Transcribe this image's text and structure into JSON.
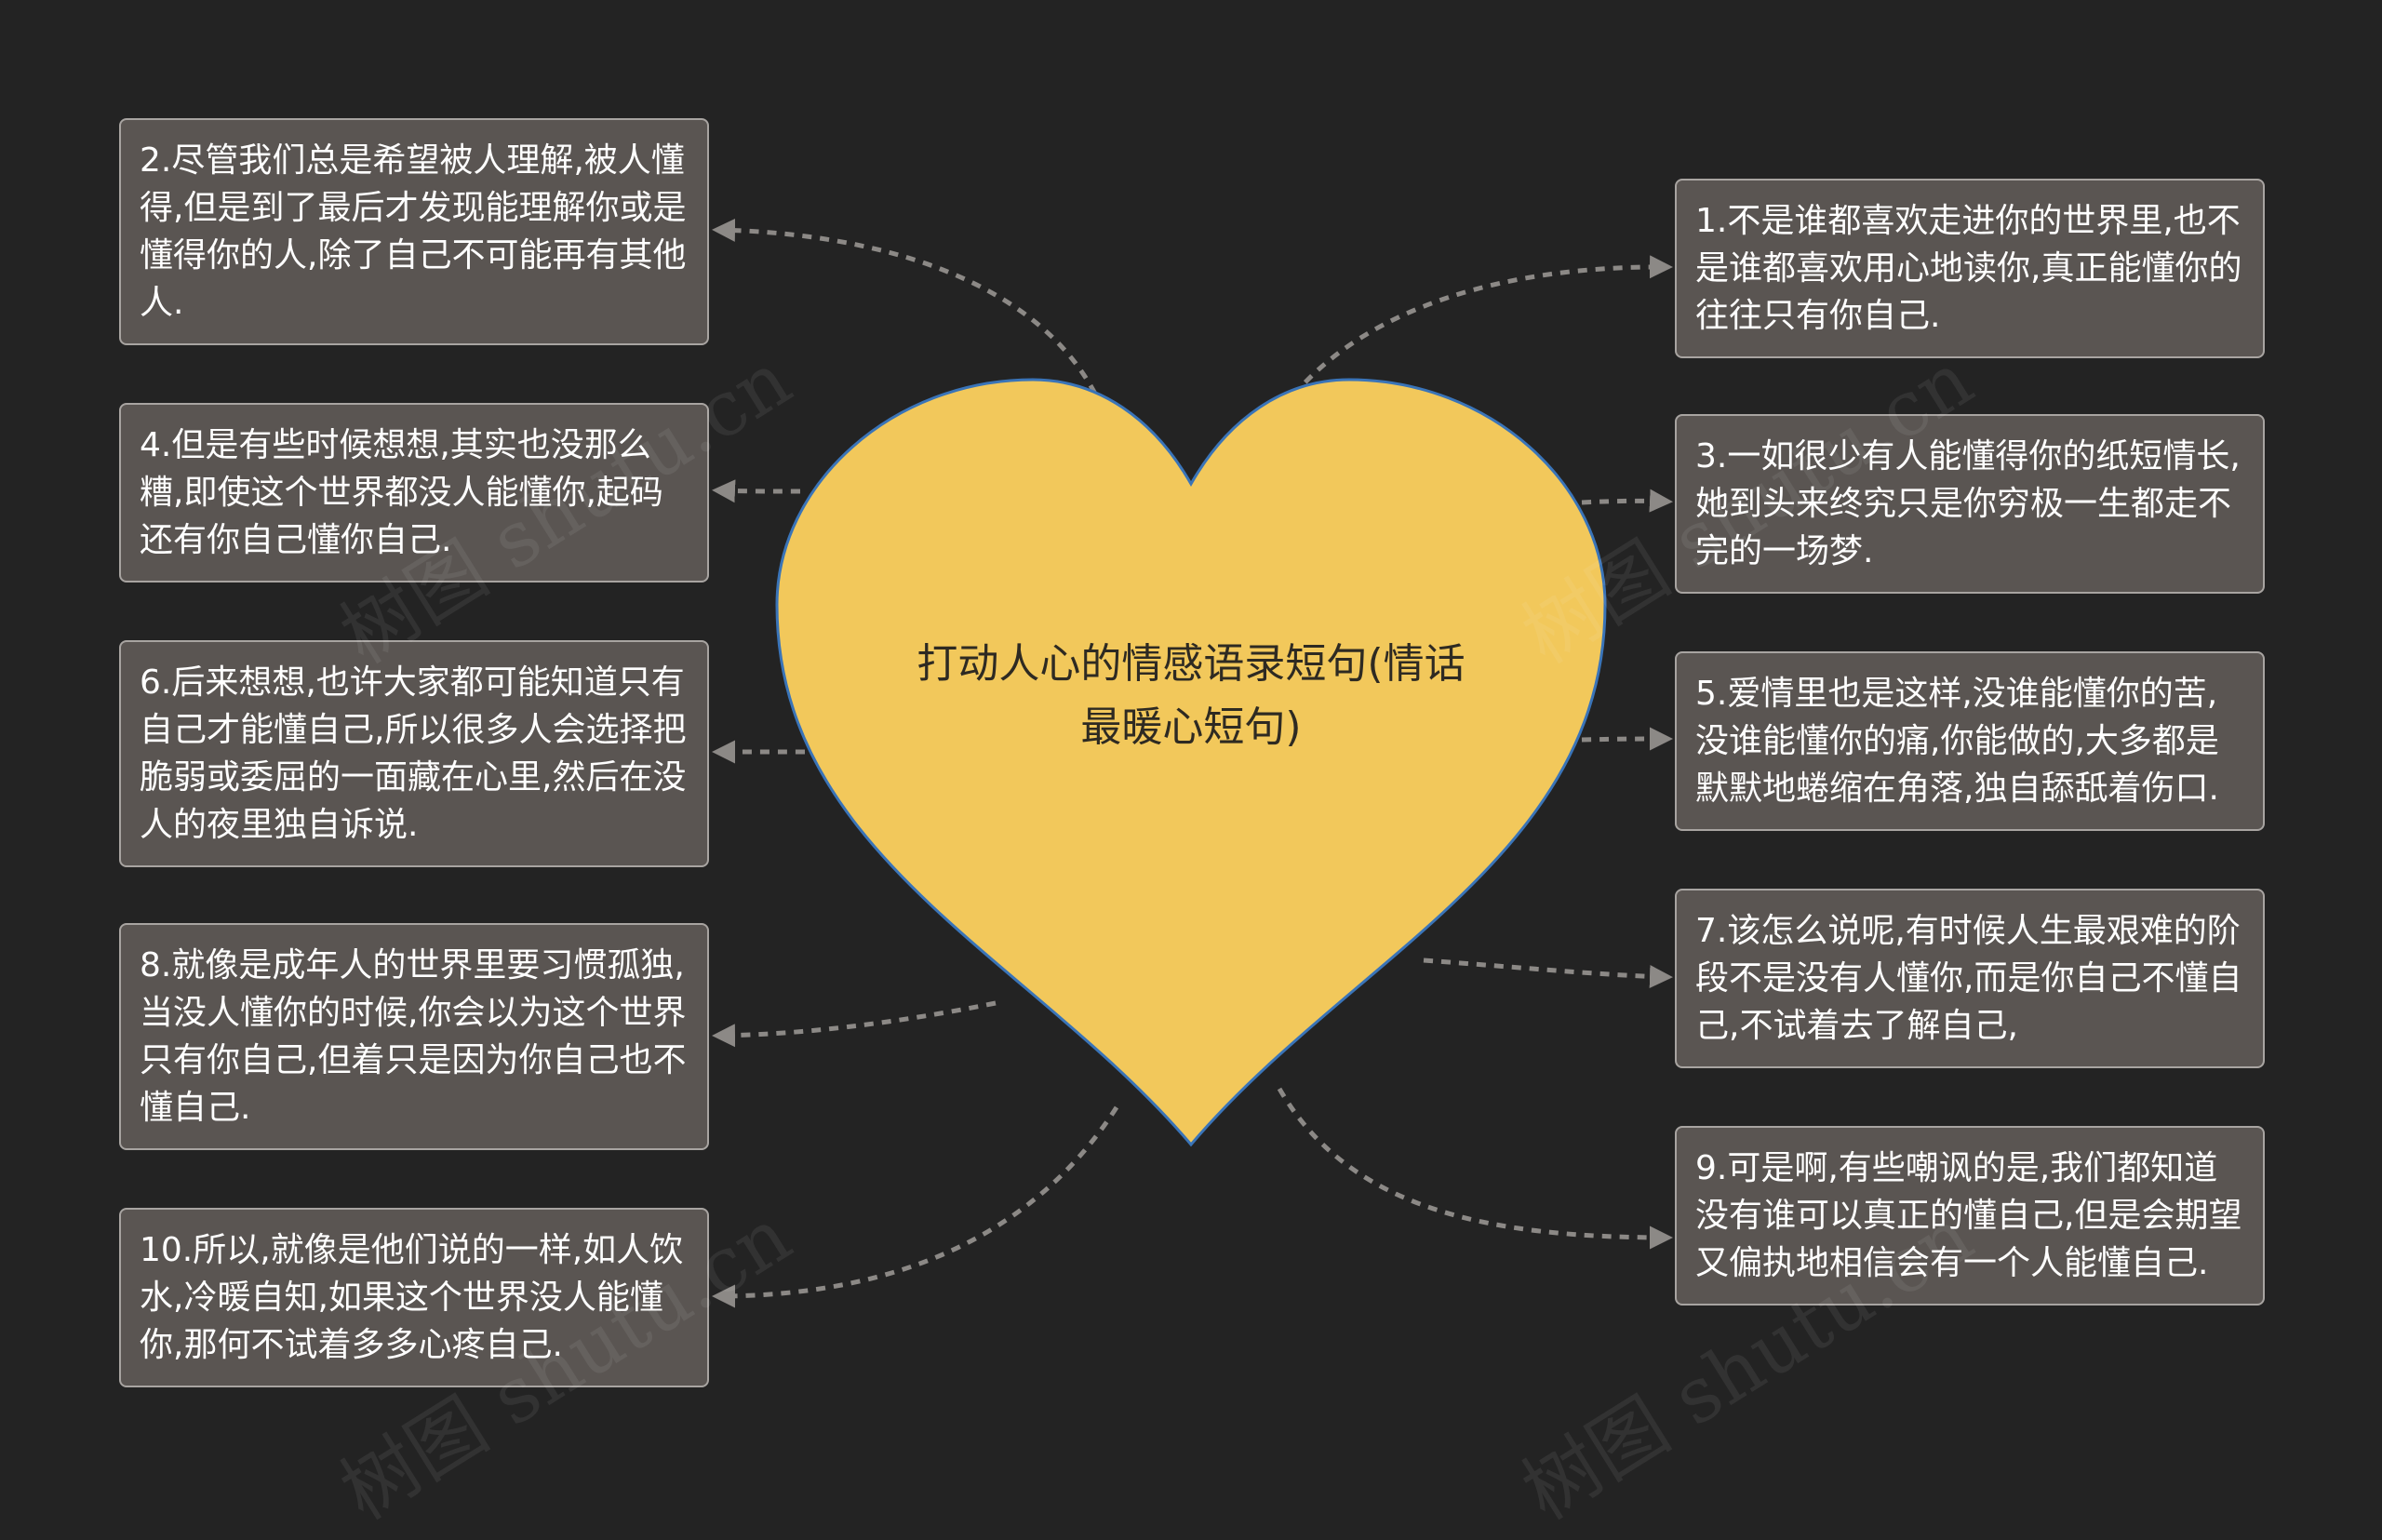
{
  "center": {
    "title": "打动人心的情感语录短句(情话最暖心短句)",
    "fill": "#f2c85b",
    "outline": "#3a74b8"
  },
  "nodes": [
    {
      "text": "1.不是谁都喜欢走进你的世界里,也不是谁都喜欢用心地读你,真正能懂你的往往只有你自己."
    },
    {
      "text": "2.尽管我们总是希望被人理解,被人懂得,但是到了最后才发现能理解你或是懂得你的人,除了自己不可能再有其他人."
    },
    {
      "text": "3.一如很少有人能懂得你的纸短情长,她到头来终究只是你穷极一生都走不完的一场梦."
    },
    {
      "text": "4.但是有些时候想想,其实也没那么糟,即使这个世界都没人能懂你,起码还有你自己懂你自己."
    },
    {
      "text": "5.爱情里也是这样,没谁能懂你的苦,没谁能懂你的痛,你能做的,大多都是默默地蜷缩在角落,独自舔舐着伤口."
    },
    {
      "text": "6.后来想想,也许大家都可能知道只有自己才能懂自己,所以很多人会选择把脆弱或委屈的一面藏在心里,然后在没人的夜里独自诉说."
    },
    {
      "text": "7.该怎么说呢,有时候人生最艰难的阶段不是没有人懂你,而是你自己不懂自己,不试着去了解自己,"
    },
    {
      "text": "8.就像是成年人的世界里要习惯孤独,当没人懂你的时候,你会以为这个世界只有你自己,但着只是因为你自己也不懂自己."
    },
    {
      "text": "9.可是啊,有些嘲讽的是,我们都知道没有谁可以真正的懂自己,但是会期望又偏执地相信会有一个人能懂自己."
    },
    {
      "text": "10.所以,就像是他们说的一样,如人饮水,冷暖自知,如果这个世界没人能懂你,那何不试着多多心疼自己."
    }
  ],
  "watermark": "树图 shutu.cn"
}
